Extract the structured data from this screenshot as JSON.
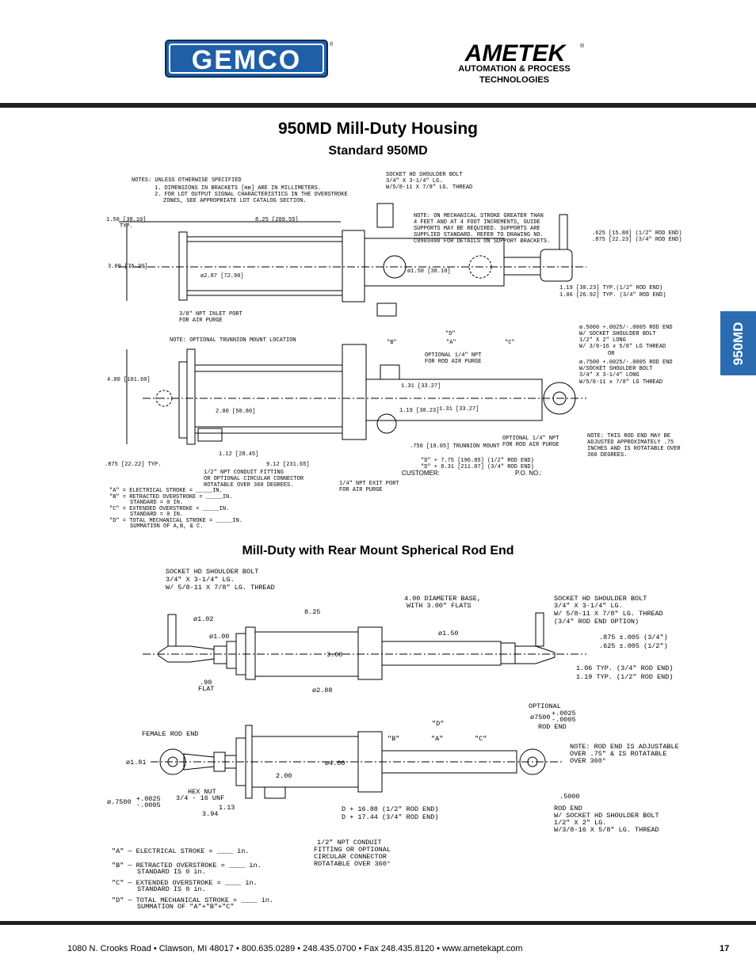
{
  "brand": {
    "gemco": "GEMCO",
    "ametek": "AMETEK",
    "ametek_sub": [
      "AUTOMATION & PROCESS",
      "TECHNOLOGIES"
    ]
  },
  "header": {
    "title": "950MD Mill-Duty Housing",
    "subtitle": "Standard 950MD"
  },
  "section2": {
    "title": "Mill-Duty with Rear Mount Spherical Rod End"
  },
  "side_tab": "950MD",
  "drawing1": {
    "notes": [
      "NOTES: UNLESS OTHERWISE SPECIFIED",
      "1. DIMENSIONS IN BRACKETS [mm] ARE IN MILLIMETERS.",
      "2. FOR LDT OUTPUT SIGNAL CHARACTERISTICS IN THE OVERSTROKE",
      "ZONES, SEE APPROPRIATE LDT CATALOG SECTION."
    ],
    "bolt": [
      "SOCKET HD SHOULDER BOLT",
      "3/4\" X 3-1/4\" LG.",
      "W/5/8-11 X 7/8\" LG. THREAD"
    ],
    "mech_note": [
      "NOTE: ON MECHANICAL STROKE GREATER THAN",
      "4 FEET AND AT 4 FOOT INCREMENTS, GUIDE",
      "SUPPORTS MAY BE REQUIRED. SUPPORTS ARE",
      "SUPPLIED STANDARD. REFER TO DRAWING NO.",
      "C0903400 FOR DETAILS ON SUPPORT BRACKETS."
    ],
    "d_150": "1.50 [38.10]",
    "typ": "TYP.",
    "d_825": "8.25 [209.55]",
    "d_300": "3.00 [76.20]",
    "d_287": "ø2.87 [72.90]",
    "d_dia150": "ø1.50 [38.10]",
    "rod1": ".625 [15.88] (1/2\" ROD END)",
    "rod2": ".875 [22.23] (3/4\" ROD END)",
    "typ1": "1.19 [30.23] TYP.(1/2\" ROD END)",
    "typ2": "1.06 [26.92] TYP. (3/4\" ROD END)",
    "inlet": [
      "3/8\" NPT INLET PORT",
      "FOR AIR PURGE"
    ]
  },
  "drawing2": {
    "trunnion_note": "NOTE: OPTIONAL TRUNNION MOUNT LOCATION",
    "d_400": "4.00 [101.60]",
    "d_875": ".875 [22.22] TYP.",
    "npt1": [
      "OPTIONAL 1/4\" NPT",
      "FOR ROD AIR PURGE"
    ],
    "d_131": "1.31 [33.27]",
    "d_200": "2.00 [50.80]",
    "d_119": "1.19 [30.23]",
    "d_131b": "1.31 [33.27]",
    "d_112": "1.12 [28.45]",
    "d_912": "9.12 [231.65]",
    "d_750": ".750 [19.05] TRUNNION MOUNT",
    "npt2": [
      "OPTIONAL 1/4\" NPT",
      "FOR ROD AIR PURGE"
    ],
    "dd1": "\"D\" + 7.75 [196.85] (1/2\" ROD END)",
    "dd2": "\"D\" + 8.31 [211.07] (3/4\" ROD END)",
    "customer": "CUSTOMER:",
    "po": "P.O. NO.:",
    "conduit": [
      "1/2\" NPT CONDUIT FITTING",
      "OR OPTIONAL CIRCULAR CONNECTOR",
      "ROTATABLE OVER 360 DEGREES."
    ],
    "exit": [
      "1/4\" NPT EXIT PORT",
      "FOR AIR PURGE"
    ],
    "rod_notes": [
      "ø.5000 +.0025/-.0005 ROD END",
      "W/ SOCKET SHOULDER BOLT",
      "1/2\" X 2\" LONG",
      "W/ 3/8-16 x 5/8\" LG THREAD",
      "OR",
      "ø.7500 +.0025/-.0005 ROD END",
      "W/SOCKET SHOULDER BOLT",
      "3/4\" X 3-1/4\" LONG",
      "W/5/8-11 x 7/8\" LG THREAD"
    ],
    "adj_note": [
      "NOTE: THIS ROD END MAY BE",
      "ADJUSTED APPROXIMATELY .75",
      "INCHES AND IS ROTATABLE OVER",
      "360 DEGREES."
    ],
    "labels": [
      "\"D\"",
      "\"B\"",
      "\"A\"",
      "\"C\""
    ],
    "stroke_defs": [
      "\"A\" = ELECTRICAL STROKE = _____IN.",
      "\"B\" = RETRACTED OVERSTROKE = _____IN.",
      "STANDARD = 0 IN.",
      "\"C\" = EXTENDED OVERSTROKE = _____IN.",
      "STANDARD = 0 IN.",
      "\"D\" = TOTAL MECHANICAL STROKE = _____IN.",
      "SUMMATION OF A,B, & C."
    ]
  },
  "drawing3": {
    "bolt": [
      "SOCKET HD SHOULDER BOLT",
      "3/4\" X 3-1/4\" LG.",
      "W/ 5/8-11 X 7/8\" LG. THREAD"
    ],
    "base": [
      "4.00 DIAMETER BASE,",
      "WITH 3.00\" FLATS"
    ],
    "bolt2": [
      "SOCKET HD SHOULDER BOLT",
      "3/4\" X 3-1/4\" LG.",
      "W/ 5/8-11 X 7/8\" LG. THREAD",
      "(3/4\" ROD END OPTION)"
    ],
    "d_102": "ø1.02",
    "d_825": "8.25",
    "d_100": "ø1.00",
    "d_150": "ø1.50",
    "d_300": "3.00",
    "d_90": ".90",
    "flat": "FLAT",
    "d_288": "ø2.88",
    "r1": ".875 ±.005 (3/4\")",
    "r2": ".625 ±.005 (1/2\")",
    "t1": "1.06 TYP. (3/4\" ROD END)",
    "t2": "1.19 TYP. (1/2\" ROD END)"
  },
  "drawing4": {
    "female": "FEMALE ROD END",
    "optional": "OPTIONAL",
    "opt_dia": "ø7500",
    "opt_tol": [
      "+.0025",
      "-.0005"
    ],
    "rod_end": "ROD END",
    "d_181": "ø1.81",
    "d_200": "2.00",
    "d_400": "ø4.00",
    "hex": [
      "HEX NUT",
      "3/4 - 16 UNF"
    ],
    "d_7500": "ø.7500",
    "tol": [
      "+.0025",
      "-.0005"
    ],
    "d_394": "3.94",
    "d_113": "1.13",
    "dd1": "D + 16.88 (1/2\" ROD END)",
    "dd2": "D + 17.44 (3/4\" ROD END)",
    "adj": [
      "NOTE: ROD END IS ADJUSTABLE",
      "OVER .75\" & IS ROTATABLE",
      "OVER 360°"
    ],
    "r5000": ".5000",
    "rod_bolt": [
      "ROD END",
      "W/ SOCKET HD SHOULDER BOLT",
      "1/2\" X 2\" LG.",
      "W/3/8-16 X 5/8\" LG. THREAD"
    ],
    "conduit": [
      "1/2\" NPT CONDUIT",
      "FITTING OR OPTIONAL",
      "CIRCULAR CONNECTOR",
      "ROTATABLE OVER 360°"
    ],
    "labels": [
      "\"D\"",
      "\"B\"",
      "\"A\"",
      "\"C\""
    ],
    "stroke_defs": [
      "\"A\" — ELECTRICAL STROKE = ____ in.",
      "\"B\" — RETRACTED OVERSTROKE = ____ in.",
      "STANDARD IS 0 in.",
      "\"C\" — EXTENDED OVERSTROKE = ____ in.",
      "STANDARD IS 0 in.",
      "\"D\" — TOTAL MECHANICAL STROKE = ____ in.",
      "SUMMATION OF \"A\"+\"B\"+\"C\""
    ]
  },
  "footer": {
    "address": "1080 N. Crooks Road  •  Clawson, MI  48017  •  800.635.0289  •  248.435.0700  •  Fax 248.435.8120  •  www.ametekapt.com",
    "page": "17"
  }
}
